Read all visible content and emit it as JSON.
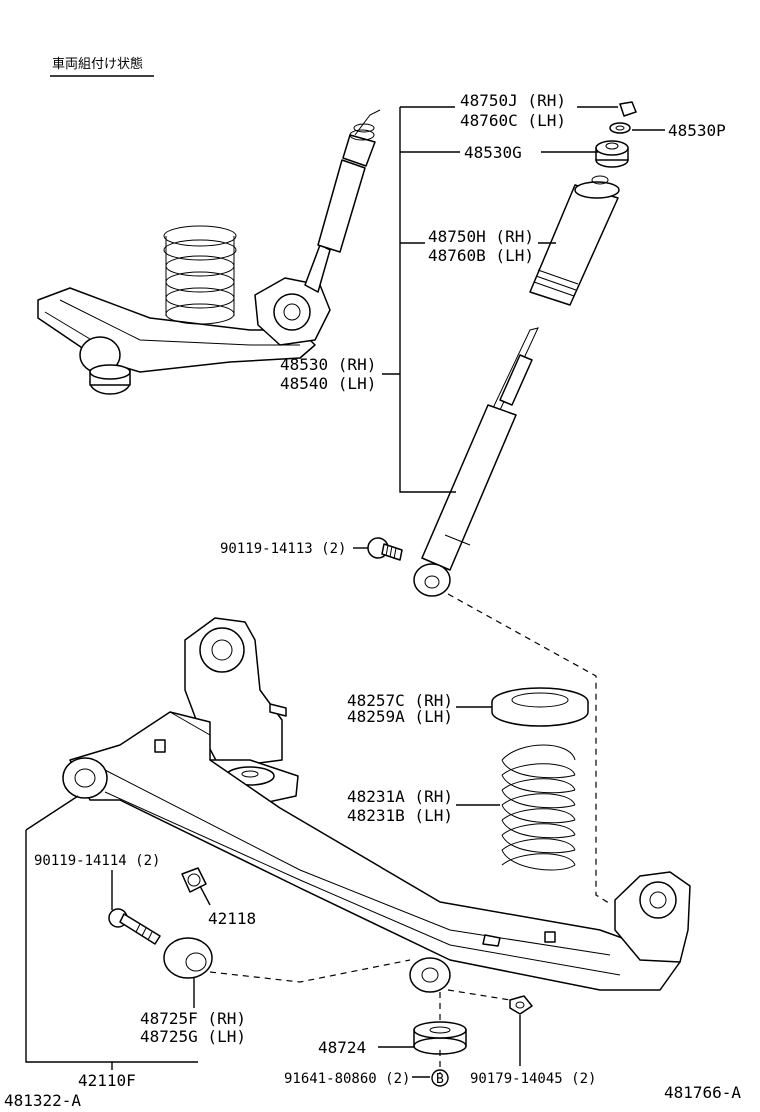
{
  "heading": "車両組付け状態",
  "callouts": {
    "c48750J": "48750J (RH)",
    "c48760C": "48760C (LH)",
    "c48530P": "48530P",
    "c48530G": "48530G",
    "c48750H": "48750H (RH)",
    "c48760B": "48760B (LH)",
    "c48530": "48530 (RH)",
    "c48540": "48540 (LH)",
    "c90119_14113": "90119-14113 (2)",
    "c48257C": "48257C (RH)",
    "c48259A": "48259A (LH)",
    "c48231A": "48231A (RH)",
    "c48231B": "48231B (LH)",
    "c90119_14114": "90119-14114 (2)",
    "c42118": "42118",
    "c48725F": "48725F (RH)",
    "c48725G": "48725G (LH)",
    "c48724": "48724",
    "c91641": "91641-80860 (2)",
    "c91641_ref": "B",
    "c90179": "90179-14045 (2)",
    "c42110F": "42110F"
  },
  "diagram_ids": {
    "left": "481322-A",
    "right": "481766-A"
  },
  "colors": {
    "ink": "#000000",
    "paper": "#ffffff"
  }
}
